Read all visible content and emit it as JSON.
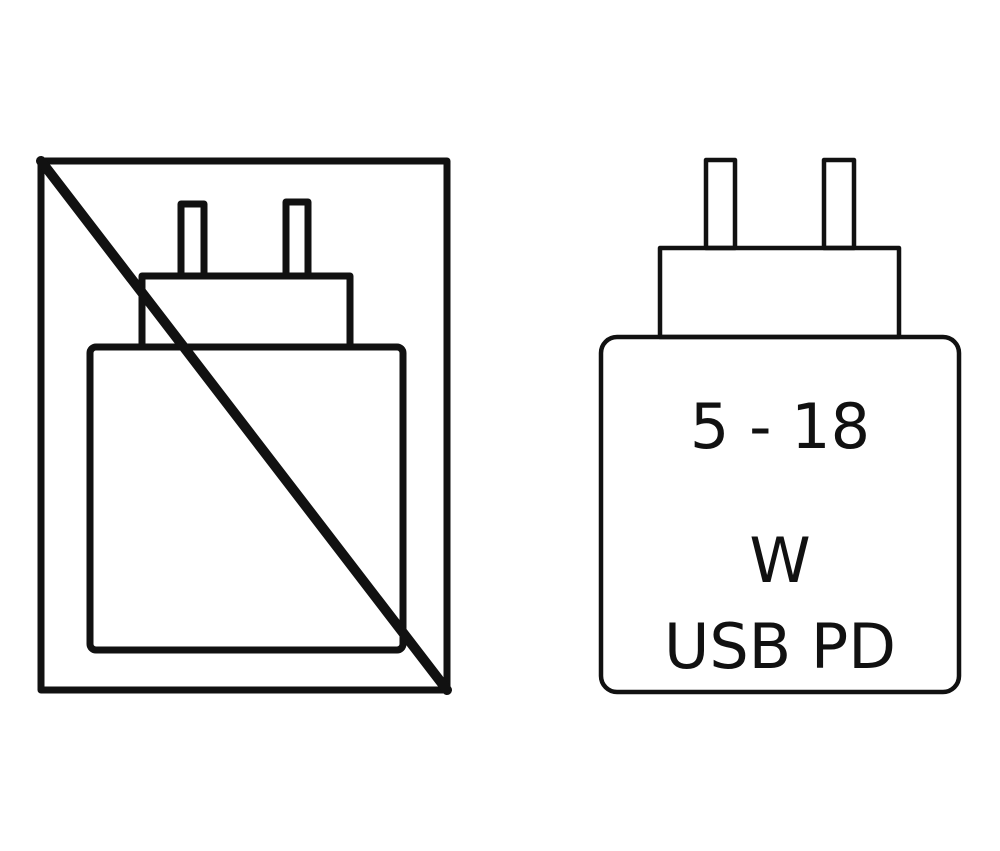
{
  "colors": {
    "background": "#ffffff",
    "stroke": "#111111"
  },
  "left_icon": {
    "description": "crossed-out wall charger",
    "status": "not-included"
  },
  "right_icon": {
    "description": "wall charger with power rating",
    "range_text": "5 - 18",
    "unit_text": "W",
    "standard_text": "USB PD"
  }
}
